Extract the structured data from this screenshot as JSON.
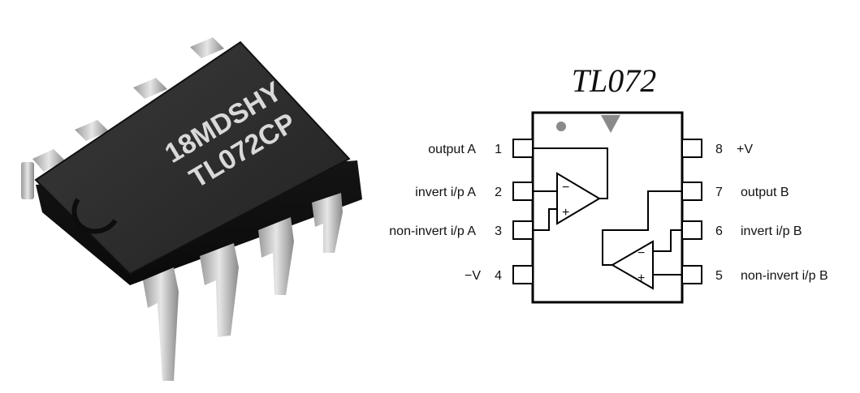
{
  "chip_photo": {
    "marking_line1": "18MDSHY",
    "marking_line2": "TL072CP"
  },
  "diagram": {
    "title": "TL072",
    "left_pins": [
      {
        "number": "1",
        "label": "output A"
      },
      {
        "number": "2",
        "label": "invert i/p A"
      },
      {
        "number": "3",
        "label": "non-invert i/p A"
      },
      {
        "number": "4",
        "label": "−V"
      }
    ],
    "right_pins": [
      {
        "number": "8",
        "label": "+V"
      },
      {
        "number": "7",
        "label": "output B"
      },
      {
        "number": "6",
        "label": "invert i/p B"
      },
      {
        "number": "5",
        "label": "non-invert i/p B"
      }
    ],
    "opamp_a": {
      "minus": "−",
      "plus": "+"
    },
    "opamp_b": {
      "minus": "−",
      "plus": "+"
    },
    "colors": {
      "line": "#000000",
      "notch_marker": "#8a8a8a",
      "pin1_dot": "#8a8a8a"
    }
  }
}
